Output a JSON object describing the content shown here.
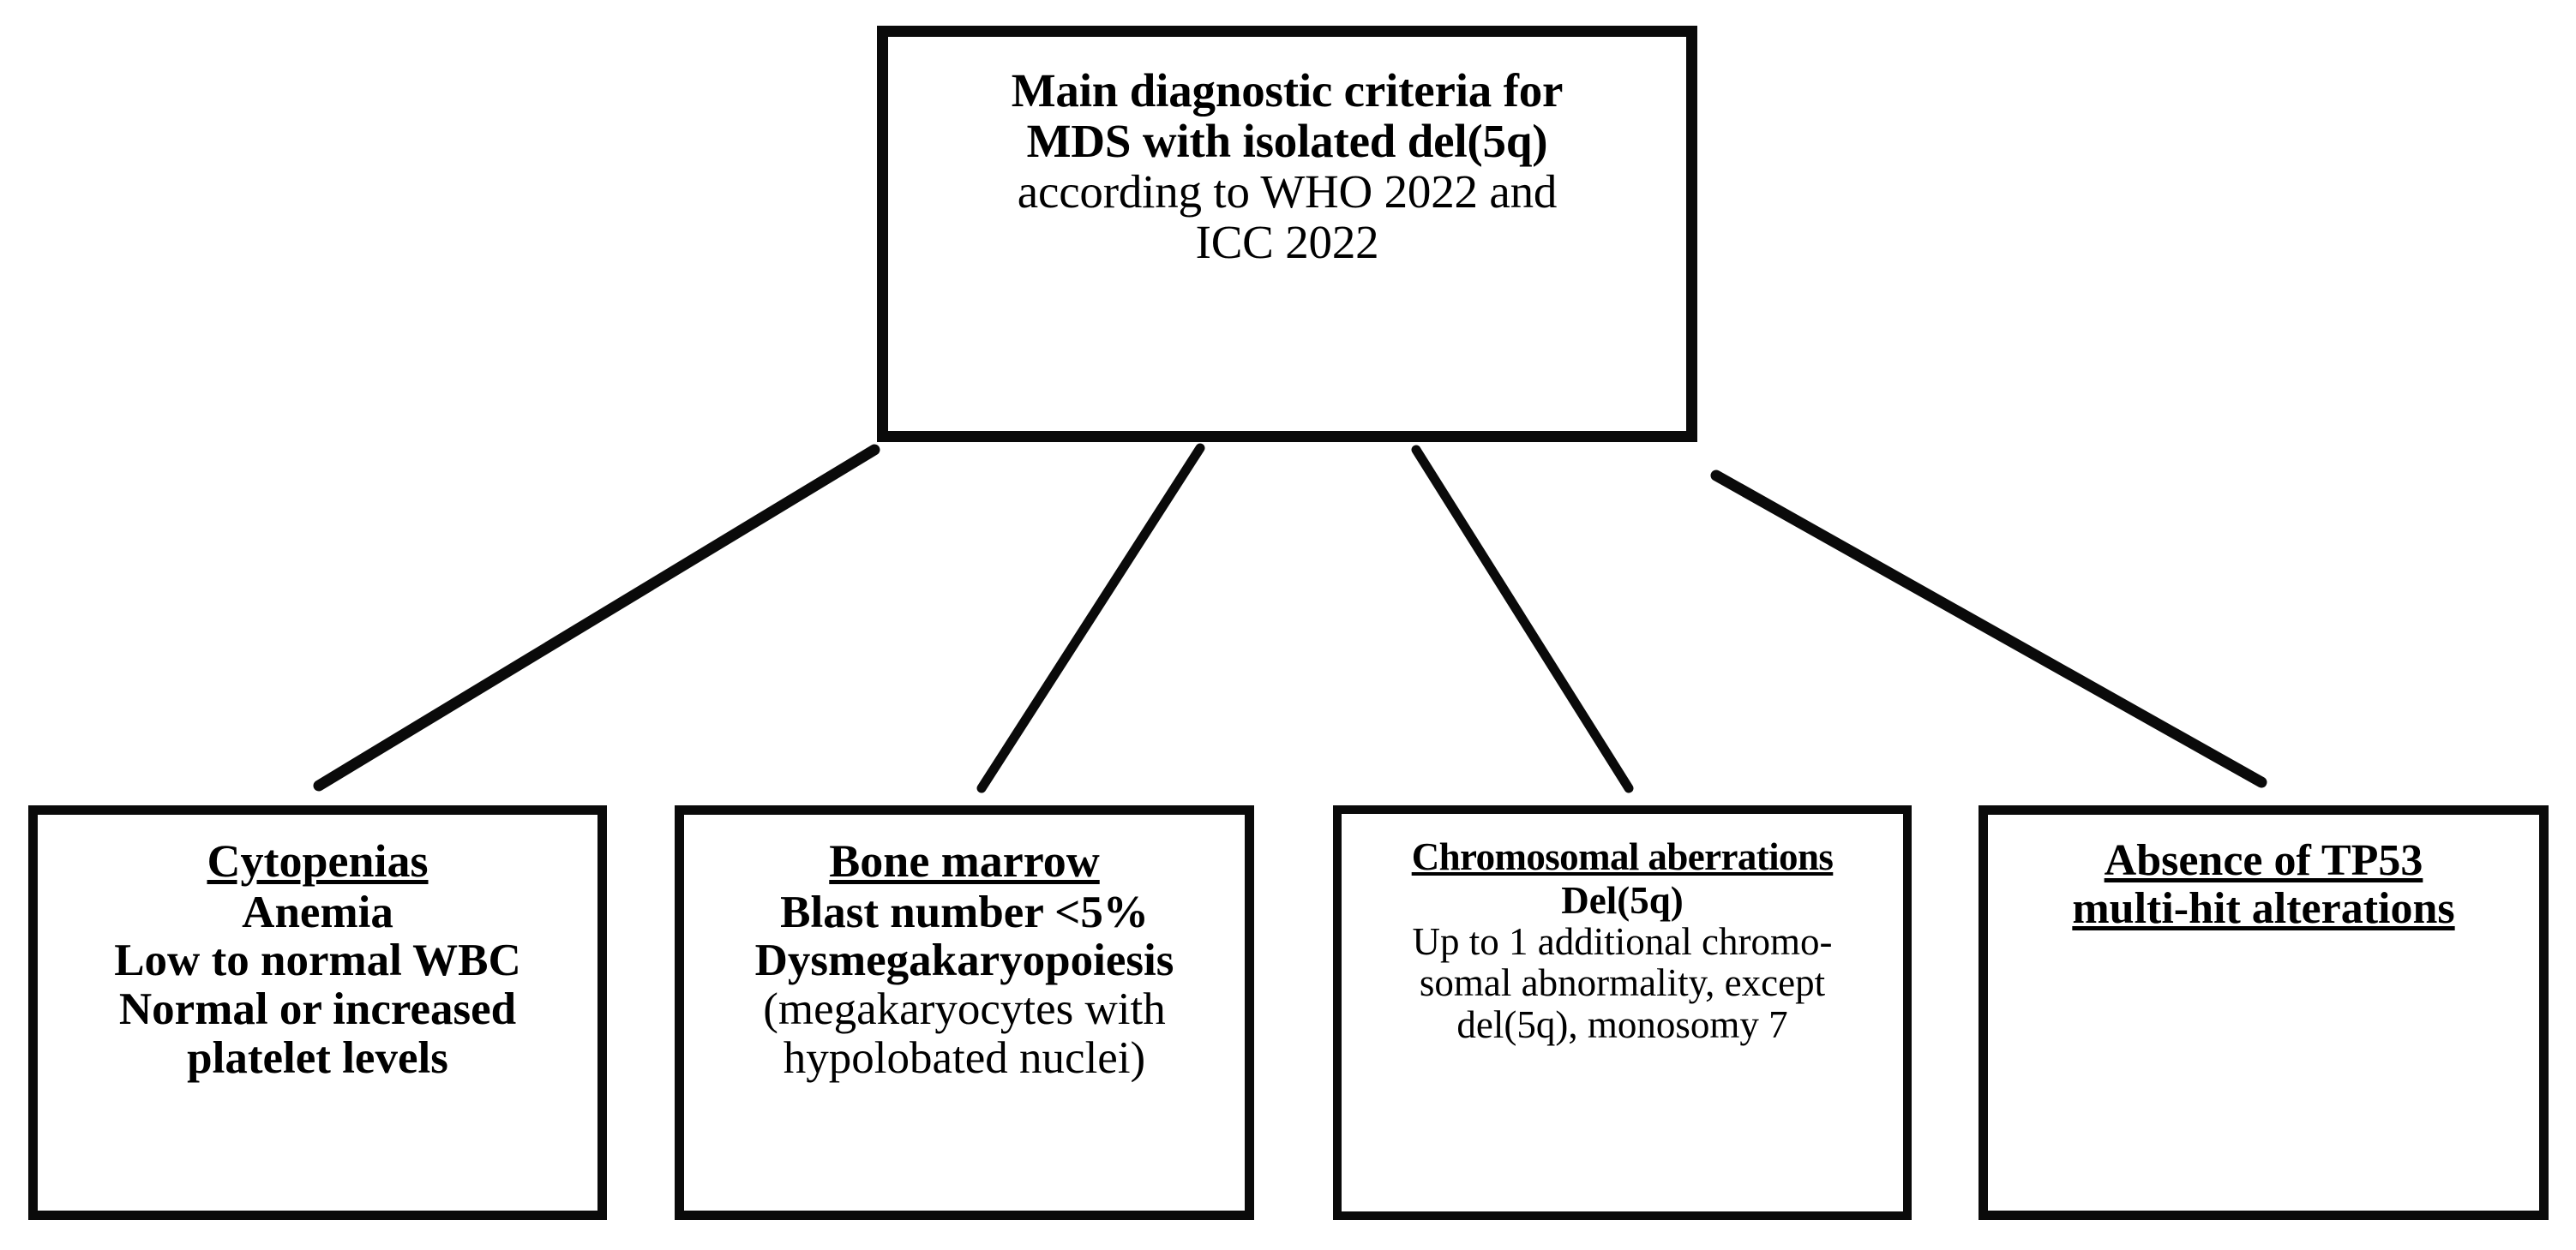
{
  "diagram": {
    "type": "flowchart",
    "orientation": "top-down",
    "root": {
      "id": "root",
      "lines": [
        "Main diagnostic criteria for",
        "MDS with isolated del(5q)",
        "according to WHO 2022 and",
        "ICC 2022"
      ],
      "line_styles": [
        "bold",
        "bold",
        "normal",
        "normal"
      ]
    },
    "children": [
      {
        "id": "cytopenias",
        "heading": "Cytopenias",
        "heading_underlined": true,
        "lines": [
          "Anemia",
          "Low to normal WBC",
          "Normal or increased",
          "platelet levels"
        ],
        "line_styles": [
          "bold",
          "bold",
          "bold",
          "bold"
        ]
      },
      {
        "id": "bone-marrow",
        "heading": "Bone marrow",
        "heading_underlined": true,
        "lines": [
          "Blast number <5%",
          "Dysmegakaryopoiesis",
          "(megakaryocytes with",
          "hypolobated nuclei)"
        ],
        "line_styles": [
          "bold",
          "bold",
          "normal",
          "normal"
        ]
      },
      {
        "id": "chromosomal-aberrations",
        "heading": "Chromosomal aberrations",
        "heading_underlined": true,
        "lines": [
          "Del(5q)",
          "Up to 1 additional chromo-",
          "somal abnormality, except",
          "del(5q), monosomy 7"
        ],
        "line_styles": [
          "bold",
          "normal",
          "normal",
          "normal"
        ]
      },
      {
        "id": "absence-tp53",
        "heading": "Absence of TP53",
        "heading_line2": "multi-hit alterations",
        "heading_underlined": true,
        "lines": [],
        "line_styles": []
      }
    ],
    "connectors": [
      {
        "from": "root",
        "to": "cytopenias"
      },
      {
        "from": "root",
        "to": "bone-marrow"
      },
      {
        "from": "root",
        "to": "chromosomal-aberrations"
      },
      {
        "from": "root",
        "to": "absence-tp53"
      }
    ],
    "colors": {
      "border": "#0a0a0a",
      "background": "#ffffff",
      "text": "#000000",
      "connector": "#0a0a0a"
    }
  }
}
